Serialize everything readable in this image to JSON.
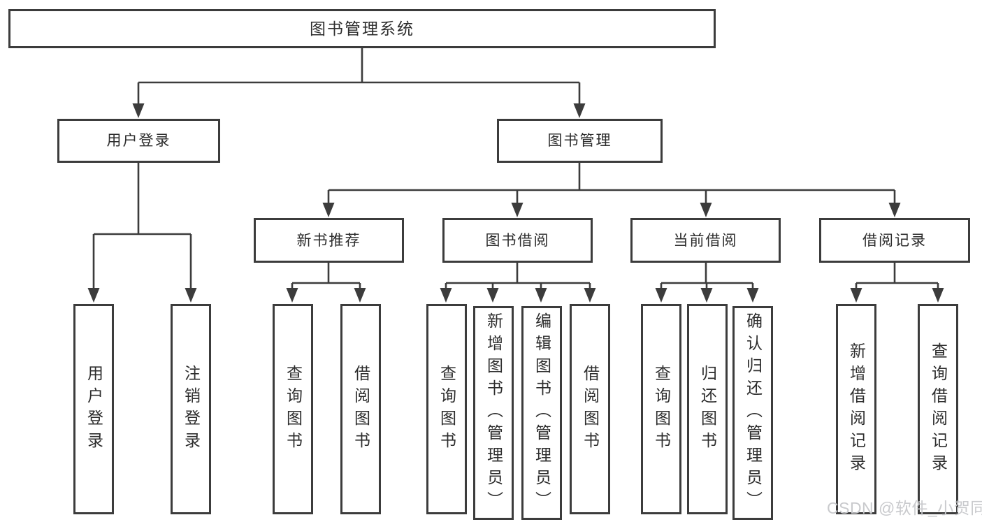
{
  "tree": {
    "root": "图书管理系统",
    "branches": [
      {
        "label": "用户登录",
        "children": [
          "用户登录",
          "注销登录"
        ]
      },
      {
        "label": "图书管理",
        "groups": [
          {
            "label": "新书推荐",
            "children": [
              "查询图书",
              "借阅图书"
            ]
          },
          {
            "label": "图书借阅",
            "children": [
              "查询图书",
              "新增图书（管理员）",
              "编辑图书（管理员）",
              "借阅图书"
            ]
          },
          {
            "label": "当前借阅",
            "children": [
              "查询图书",
              "归还图书",
              "确认归还（管理员）"
            ]
          },
          {
            "label": "借阅记录",
            "children": [
              "新增借阅记录",
              "查询借阅记录"
            ]
          }
        ]
      }
    ]
  },
  "watermark": {
    "text": "CSDN @软件_小贺同学"
  },
  "colors": {
    "line": "#3c3c3c",
    "box_border": "#3c3c3c",
    "text": "#2d2d2d",
    "watermark": "#c9cacd",
    "background": "#ffffff"
  }
}
